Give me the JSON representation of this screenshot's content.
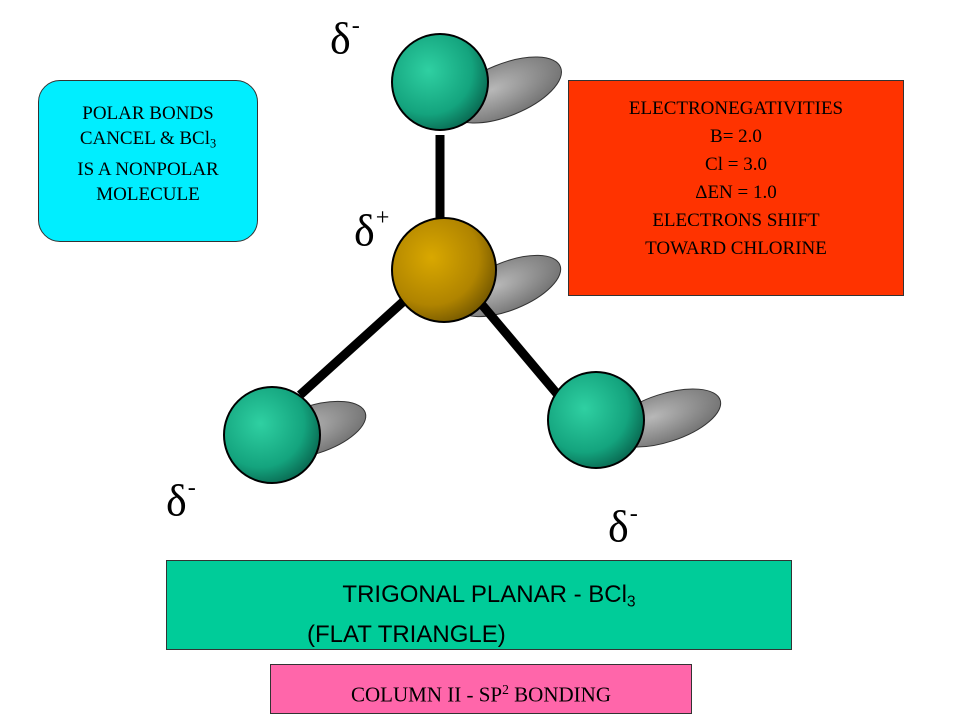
{
  "colors": {
    "polar_box": "#00eeff",
    "en_box": "#ff3300",
    "shape_box": "#00cc99",
    "column_box": "#ff66aa",
    "chlorine_atom": "#1aaa85",
    "boron_atom": "#b88a00"
  },
  "polar_note": {
    "line1": "POLAR BONDS",
    "line2_prefix": "CANCEL & BCl",
    "line2_sub": "3",
    "line3": "IS A NONPOLAR",
    "line4": "MOLECULE"
  },
  "electronegativities": {
    "title": "ELECTRONEGATIVITIES",
    "boron": "B= 2.0",
    "chlorine": "Cl = 3.0",
    "difference": "ΔEN = 1.0",
    "shift_line1": "ELECTRONS SHIFT",
    "shift_line2": "TOWARD CHLORINE"
  },
  "charges": {
    "top": {
      "symbol": "δ",
      "sign": "-"
    },
    "center": {
      "symbol": "δ",
      "sign": "+"
    },
    "left": {
      "symbol": "δ",
      "sign": "-"
    },
    "right": {
      "symbol": "δ",
      "sign": "-"
    }
  },
  "shape_label": {
    "line1_prefix": "TRIGONAL PLANAR  -  BCl",
    "line1_sub": "3",
    "line2": "(FLAT TRIANGLE)"
  },
  "column_label": {
    "prefix": "COLUMN II - SP",
    "sup": "2",
    "suffix": " BONDING"
  }
}
